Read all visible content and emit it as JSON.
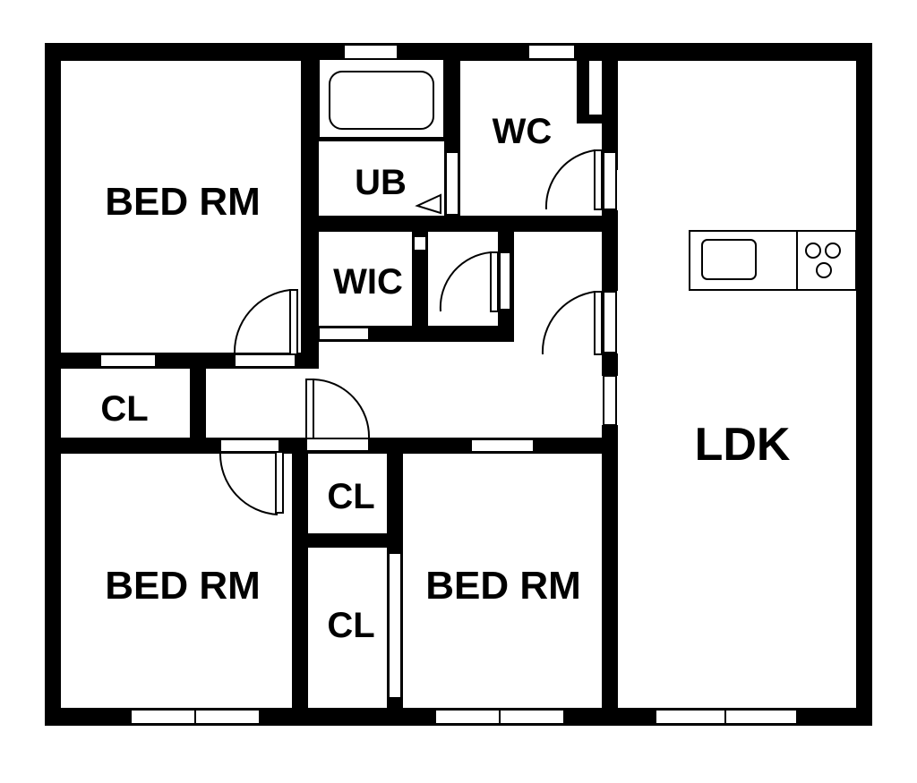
{
  "colors": {
    "wall": "#000000",
    "background": "#ffffff"
  },
  "rooms": {
    "bed_nw": "BED RM",
    "bed_sw": "BED RM",
    "bed_s": "BED RM",
    "ub": "UB",
    "wc": "WC",
    "wic": "WIC",
    "ldk": "LDK",
    "cl_west": "CL",
    "cl_mid_upper": "CL",
    "cl_mid_lower": "CL"
  },
  "fixtures": {
    "bathtub": "bathtub-icon",
    "sink": "sink-icon",
    "stove": "stove-burner-icon"
  }
}
